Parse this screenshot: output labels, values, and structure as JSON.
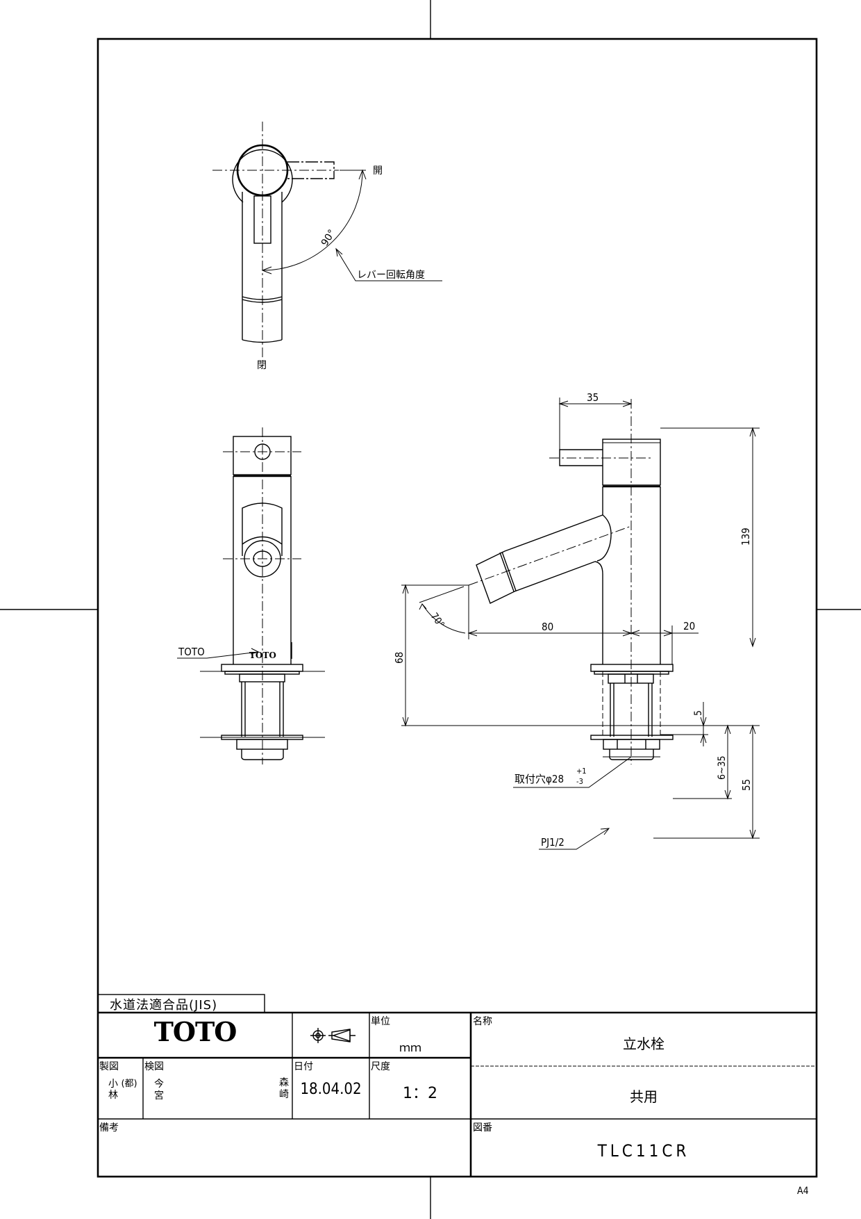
{
  "sheet": {
    "paper_size": "A4"
  },
  "top_view": {
    "open_label_right": "開",
    "open_label_bottom": "閉",
    "angle_label": "90°",
    "lever_rotation_label": "レバー回転角度"
  },
  "front_view": {
    "brand_callout": "TOTO",
    "brand_mark": "TOTO"
  },
  "side_view": {
    "dimensions": {
      "lever_offset": "35",
      "total_height": "139",
      "spout_reach": "80",
      "body_radius": "20",
      "spout_height": "68",
      "spout_angle": "70°",
      "flange_thickness": "5",
      "counter_thickness": "6~35",
      "shank_length": "55"
    },
    "mount_hole_label": "取付穴φ28",
    "mount_hole_tol_plus": "+1",
    "mount_hole_tol_minus": "-3",
    "thread_label": "PJ1/2"
  },
  "title_block": {
    "compliance_label": "水道法適合品(JIS)",
    "company_logo": "TOTO",
    "projection_symbol": "third-angle-projection-icon",
    "unit_label": "単位",
    "unit_value": "ｍｍ",
    "name_label": "名称",
    "name_value": "立水栓",
    "sub_name_value": "共用",
    "drafter_label": "製図",
    "drafter_name_1": "小林",
    "drafter_name_2": "(都)",
    "checker_label": "検図",
    "checker_name_1": "今宮",
    "checker_name_2": "森崎",
    "date_label": "日付",
    "date_value": "18.04.02",
    "scale_label": "尺度",
    "scale_value": "1：2",
    "remarks_label": "備考",
    "remarks_value": "",
    "drawing_no_label": "図番",
    "drawing_no_value": "TLC11CR"
  }
}
